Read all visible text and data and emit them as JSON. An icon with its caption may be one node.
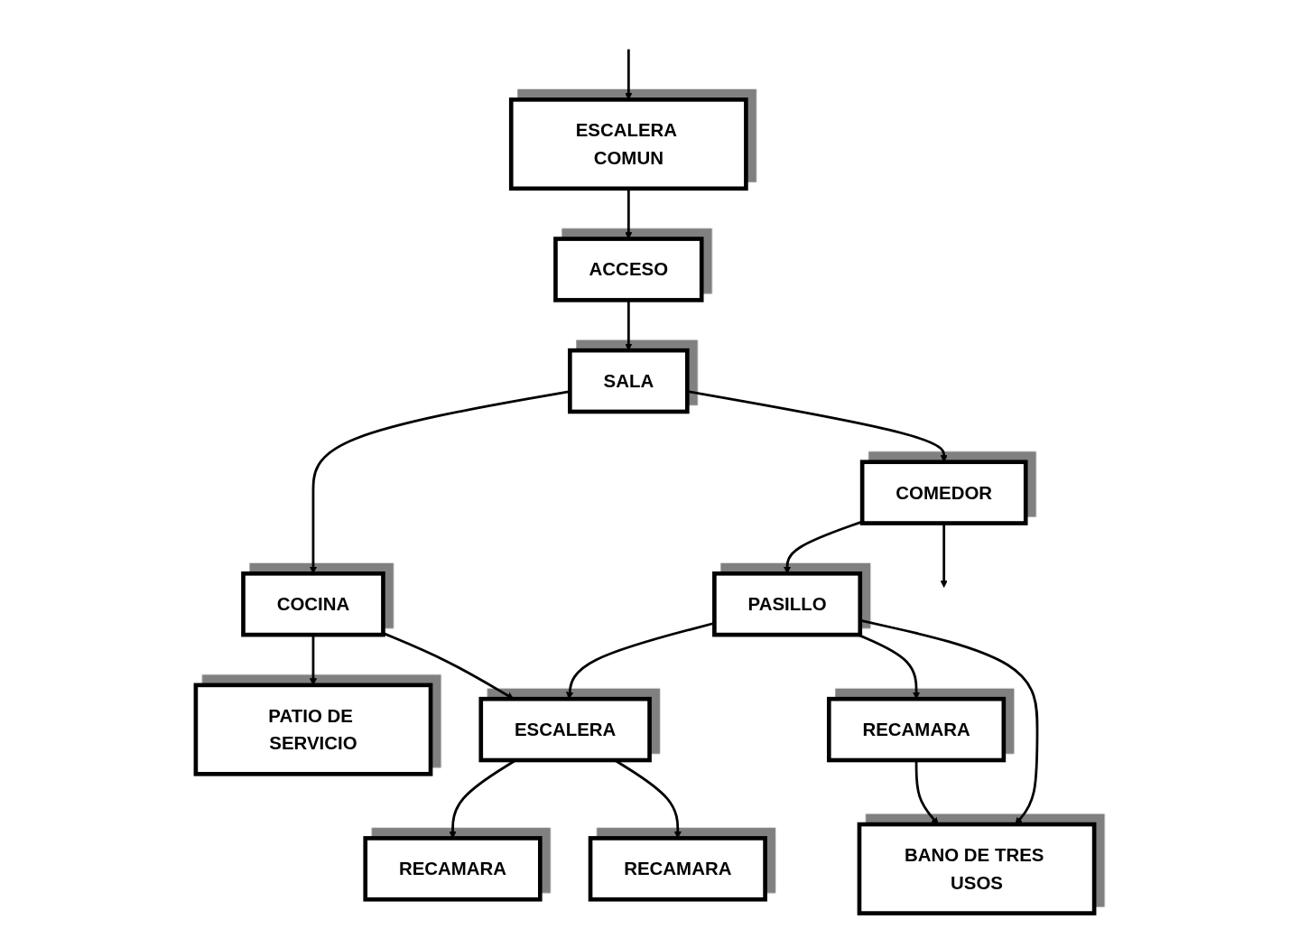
{
  "diagram": {
    "nodes": [
      {
        "text": [
          "ESCALERA COMUN"
        ]
      },
      {
        "text": [
          "ACCESO"
        ]
      },
      {
        "text": [
          "SALA"
        ]
      },
      {
        "text": [
          "COCINA"
        ]
      },
      {
        "text": [
          "PATIO DE SERVICIO"
        ]
      },
      {
        "text": [
          "COMEDOR"
        ]
      },
      {
        "text": [
          "RECAMARA"
        ]
      },
      {
        "text": [
          "PASILLO"
        ]
      },
      {
        "text": [
          "ESCALERA"
        ]
      },
      {
        "text": [
          "RECAMARA"
        ]
      },
      {
        "text": [
          "BANO DE TRES USOS"
        ]
      },
      {
        "text": [
          "RECAMARA"
        ]
      }
    ],
    "edges": [
      {
        "from": null,
        "to": 0,
        "arrow": "to"
      },
      {
        "from": 0,
        "to": 1,
        "arrow": "to"
      },
      {
        "from": 1,
        "to": 2,
        "arrow": "to"
      },
      {
        "from": 2,
        "to": 3,
        "arrow": "to"
      },
      {
        "from": 3,
        "to": 4,
        "arrow": "to"
      },
      {
        "from": 2,
        "to": 5,
        "arrow": "to"
      },
      {
        "from": 5,
        "to": null,
        "arrow": "to"
      },
      {
        "from": 3,
        "to": 8,
        "arrow": "to"
      },
      {
        "from": 5,
        "to": 7,
        "arrow": "to"
      },
      {
        "from": 7,
        "to": 6,
        "arrow": "to"
      },
      {
        "from": 7,
        "to": 8,
        "arrow": "to"
      },
      {
        "from": 8,
        "to": 9,
        "arrow": "to"
      },
      {
        "from": 6,
        "to": 10,
        "arrow": "to"
      },
      {
        "from": 7,
        "to": 10,
        "arrow": "to"
      },
      {
        "from": 8,
        "to": 11,
        "arrow": "to"
      }
    ]
  }
}
